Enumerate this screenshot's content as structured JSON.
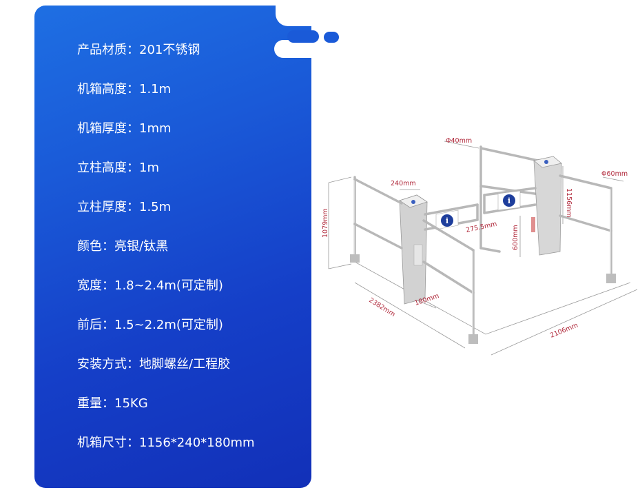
{
  "specs": [
    "产品材质：201不锈钢",
    "机箱高度：1.1m",
    "机箱厚度：1mm",
    "立柱高度：1m",
    "立柱厚度：1.5m",
    "颜色：亮银/钛黑",
    "宽度：1.8~2.4m(可定制)",
    "前后：1.5~2.2m(可定制)",
    "安装方式：地脚螺丝/工程胶",
    "重量：15KG",
    "机箱尺寸：1156*240*180mm"
  ],
  "dimensions": {
    "pole_left": "Φ40mm",
    "pole_right": "Φ60mm",
    "cabinet_width": "240mm",
    "cabinet_height": "1156mm",
    "pole_height": "1079mm",
    "gate_width": "275.5mm",
    "gate_height": "600mm",
    "depth_left": "2382mm",
    "cabinet_depth": "180mm",
    "width_total": "2106mm"
  },
  "colors": {
    "panel_top": "#1e6fe3",
    "panel_bottom": "#1230b8",
    "dimension_text": "#b0283a"
  },
  "icons": [
    "info-sign-icon",
    "info-sign-icon"
  ]
}
